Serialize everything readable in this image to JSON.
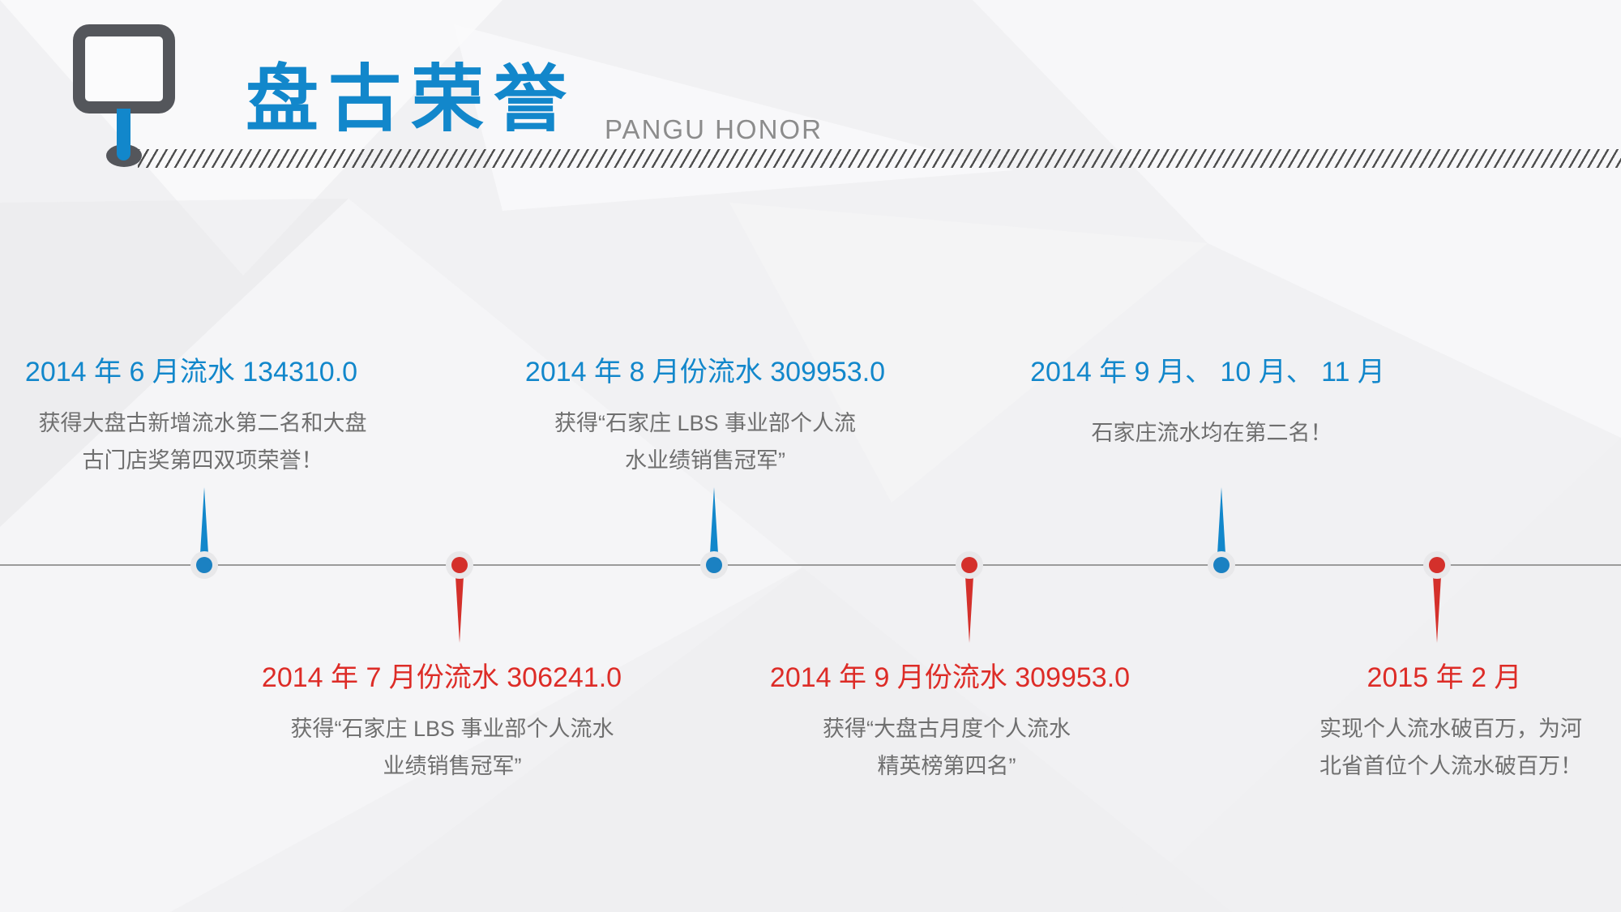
{
  "header": {
    "title": "盘古荣誉",
    "subtitle": "PANGU HONOR"
  },
  "colors": {
    "accent_blue": "#1287CB",
    "accent_red": "#DD2C27",
    "description_gray": "#6F6F6F",
    "icon_gray": "#54565B"
  },
  "timeline": {
    "events": [
      {
        "side": "above",
        "color": "blue",
        "title": "2014 年 6 月流水 134310.0",
        "desc": "获得大盘古新增流水第二名和大盘\n古门店奖第四双项荣誉！"
      },
      {
        "side": "below",
        "color": "red",
        "title": "2014 年 7 月份流水 306241.0",
        "desc": "获得“石家庄 LBS 事业部个人流水\n业绩销售冠军”"
      },
      {
        "side": "above",
        "color": "blue",
        "title": "2014 年 8 月份流水 309953.0",
        "desc": "获得“石家庄 LBS 事业部个人流\n水业绩销售冠军”"
      },
      {
        "side": "below",
        "color": "red",
        "title": "2014 年 9 月份流水 309953.0",
        "desc": "获得“大盘古月度个人流水\n精英榜第四名”"
      },
      {
        "side": "above",
        "color": "blue",
        "title": "2014 年 9 月、 10 月、 11 月",
        "desc": "石家庄流水均在第二名！"
      },
      {
        "side": "below",
        "color": "red",
        "title": "2015 年 2 月",
        "desc": "实现个人流水破百万，为河\n北省首位个人流水破百万！"
      }
    ]
  }
}
